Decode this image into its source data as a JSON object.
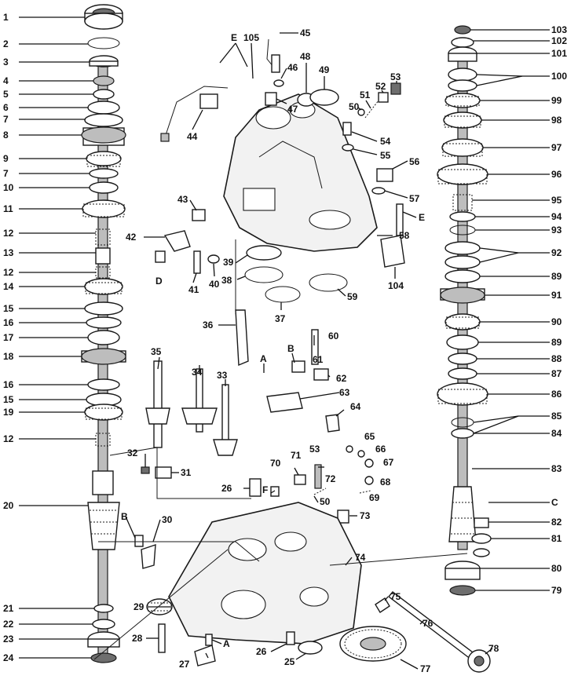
{
  "diagram": {
    "callouts_left": [
      "1",
      "2",
      "3",
      "4",
      "5",
      "6",
      "7",
      "8",
      "9",
      "7",
      "10",
      "11",
      "12",
      "13",
      "12",
      "14",
      "15",
      "16",
      "17",
      "18",
      "16",
      "15",
      "19",
      "12",
      "20",
      "21",
      "22",
      "23",
      "24"
    ],
    "callouts_right": [
      "103",
      "102",
      "101",
      "100",
      "99",
      "98",
      "97",
      "96",
      "95",
      "94",
      "93",
      "92",
      "89",
      "91",
      "90",
      "89",
      "88",
      "87",
      "86",
      "85",
      "84",
      "83",
      "C",
      "82",
      "81",
      "80",
      "79"
    ],
    "callouts_center": {
      "e_top": "E",
      "c105": "105",
      "c45": "45",
      "c46": "46",
      "c47": "47",
      "c48": "48",
      "c49": "49",
      "c50": "50",
      "c51": "51",
      "c52": "52",
      "c53": "53",
      "c54": "54",
      "c55": "55",
      "c56": "56",
      "c57": "57",
      "e_right": "E",
      "c58": "58",
      "c44": "44",
      "c43": "43",
      "c42": "42",
      "d": "D",
      "c41": "41",
      "c40": "40",
      "c39": "39",
      "c38": "38",
      "c37": "37",
      "c59": "59",
      "c104": "104",
      "c36": "36",
      "c35": "35",
      "c34": "34",
      "c33": "33",
      "c60": "60",
      "a_top": "A",
      "b_top": "B",
      "c61": "61",
      "c62": "62",
      "c63": "63",
      "c64": "64",
      "c65": "65",
      "c66": "66",
      "c67": "67",
      "c32": "32",
      "c31": "31",
      "c26a": "26",
      "f": "F",
      "c70": "70",
      "c71": "71",
      "c53b": "53",
      "c72": "72",
      "c68": "68",
      "c69": "69",
      "c50b": "50",
      "c73": "73",
      "b_left": "B",
      "c30": "30",
      "c74": "74",
      "c75": "75",
      "c76": "76",
      "c29": "29",
      "c28": "28",
      "c27": "27",
      "a_bottom": "A",
      "c26b": "26",
      "c25": "25",
      "c77": "77",
      "c78": "78"
    }
  }
}
